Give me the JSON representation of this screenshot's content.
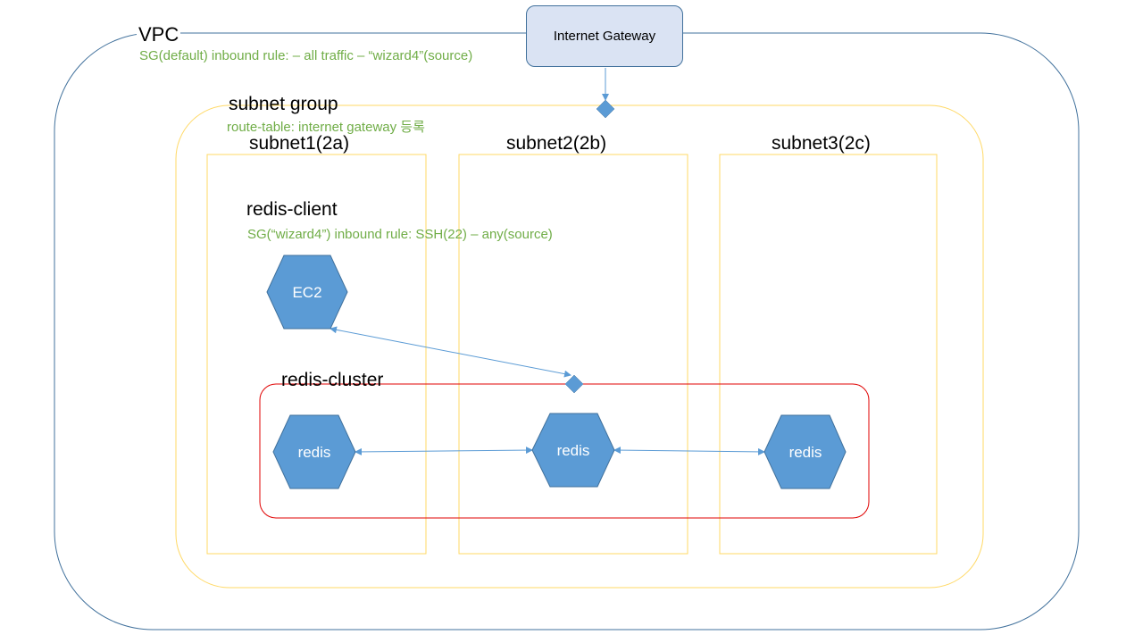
{
  "vpc": {
    "label": "VPC",
    "note": "SG(default) inbound rule: – all traffic – “wizard4”(source)"
  },
  "internet_gateway": {
    "label": "Internet Gateway"
  },
  "subnet_group": {
    "label": "subnet group",
    "note": "route-table: internet gateway 등록"
  },
  "subnets": [
    {
      "label": "subnet1(2a)"
    },
    {
      "label": "subnet2(2b)"
    },
    {
      "label": "subnet3(2c)"
    }
  ],
  "redis_client": {
    "label": "redis-client",
    "note": "SG(“wizard4”) inbound rule: SSH(22) – any(source)",
    "node": "EC2"
  },
  "redis_cluster": {
    "label": "redis-cluster",
    "nodes": [
      "redis",
      "redis",
      "redis"
    ]
  },
  "colors": {
    "vpc_border": "#41719c",
    "subnet_border": "#ffd966",
    "cluster_border": "#e00000",
    "hex_fill": "#5b9bd5",
    "note_text": "#70ad47",
    "connector": "#5b9bd5"
  }
}
